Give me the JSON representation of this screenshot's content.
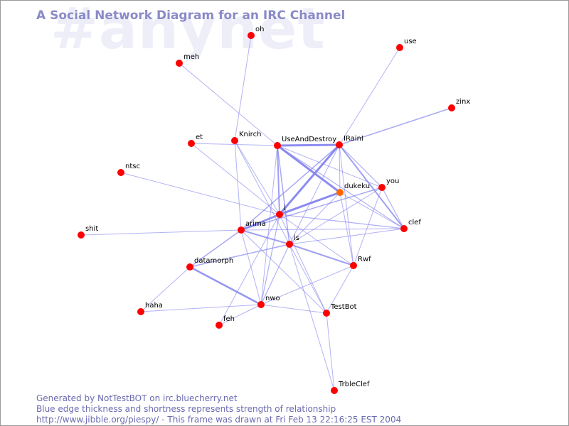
{
  "title": "A Social Network Diagram for an IRC Channel",
  "channel": "#anynet",
  "footer": {
    "line1": "Generated by NotTestBOT on irc.bluecherry.net",
    "line2": "Blue edge thickness and shortness represents strength of relationship",
    "line3": "http://www.jibble.org/piespy/ - This frame was drawn at Fri Feb 13 22:16:25 EST 2004"
  },
  "colors": {
    "node": "#ff0000",
    "node_highlight": "#ff6600",
    "edge": "#8080ee",
    "title": "#8a8ac8",
    "watermark": "#eeeef9"
  },
  "nodes": [
    {
      "id": "oh",
      "label": "oh"
    },
    {
      "id": "use",
      "label": "use"
    },
    {
      "id": "meh",
      "label": "meh"
    },
    {
      "id": "zinx",
      "label": "zinx"
    },
    {
      "id": "et",
      "label": "et"
    },
    {
      "id": "knirch",
      "label": "Knirch"
    },
    {
      "id": "useanddestroy",
      "label": "UseAndDestroy"
    },
    {
      "id": "irainl",
      "label": "IRainI"
    },
    {
      "id": "ntsc",
      "label": "ntsc"
    },
    {
      "id": "you",
      "label": "you"
    },
    {
      "id": "dukeku",
      "label": "dukeku",
      "highlight": true
    },
    {
      "id": "i",
      "label": "i"
    },
    {
      "id": "shit",
      "label": "shit"
    },
    {
      "id": "arima",
      "label": "arima"
    },
    {
      "id": "clef",
      "label": "clef"
    },
    {
      "id": "is",
      "label": "is"
    },
    {
      "id": "datamorph",
      "label": "datamorph"
    },
    {
      "id": "rwf",
      "label": "Rwf"
    },
    {
      "id": "haha",
      "label": "haha"
    },
    {
      "id": "nwo",
      "label": "nwo"
    },
    {
      "id": "feh",
      "label": "feh"
    },
    {
      "id": "testbot",
      "label": "TestBot"
    },
    {
      "id": "trbleclef",
      "label": "TrbleClef"
    }
  ],
  "edges": [
    {
      "from": "useanddestroy",
      "to": "dukeku",
      "weight": 3
    },
    {
      "from": "irainl",
      "to": "i",
      "weight": 3
    },
    {
      "from": "i",
      "to": "dukeku",
      "weight": 3
    },
    {
      "from": "useanddestroy",
      "to": "irainl",
      "weight": 3
    },
    {
      "from": "datamorph",
      "to": "nwo",
      "weight": 2.5
    },
    {
      "from": "i",
      "to": "arima",
      "weight": 2.5
    },
    {
      "from": "useanddestroy",
      "to": "i",
      "weight": 2
    },
    {
      "from": "arima",
      "to": "is",
      "weight": 2
    },
    {
      "from": "is",
      "to": "rwf",
      "weight": 2
    },
    {
      "from": "irainl",
      "to": "clef",
      "weight": 2
    },
    {
      "from": "useanddestroy",
      "to": "is",
      "weight": 1.5
    },
    {
      "from": "irainl",
      "to": "zinx",
      "weight": 1.5
    },
    {
      "from": "you",
      "to": "arima",
      "weight": 1.5
    },
    {
      "from": "arima",
      "to": "datamorph",
      "weight": 1.5
    },
    {
      "from": "is",
      "to": "datamorph",
      "weight": 1.5
    },
    {
      "from": "irainl",
      "to": "arima",
      "weight": 1.5
    },
    {
      "from": "you",
      "to": "clef",
      "weight": 1.2
    },
    {
      "from": "i",
      "to": "clef",
      "weight": 1.2
    },
    {
      "from": "useanddestroy",
      "to": "clef",
      "weight": 1.2
    },
    {
      "from": "irainl",
      "to": "you",
      "weight": 1.2
    },
    {
      "from": "i",
      "to": "nwo",
      "weight": 1.2
    },
    {
      "from": "is",
      "to": "nwo",
      "weight": 1.2
    },
    {
      "from": "is",
      "to": "clef",
      "weight": 1
    },
    {
      "from": "dukeku",
      "to": "clef",
      "weight": 1
    },
    {
      "from": "dukeku",
      "to": "rwf",
      "weight": 1
    },
    {
      "from": "arima",
      "to": "nwo",
      "weight": 1
    },
    {
      "from": "arima",
      "to": "testbot",
      "weight": 1
    },
    {
      "from": "arima",
      "to": "clef",
      "weight": 1
    },
    {
      "from": "arima",
      "to": "shit",
      "weight": 1
    },
    {
      "from": "i",
      "to": "ntsc",
      "weight": 1
    },
    {
      "from": "i",
      "to": "et",
      "weight": 1
    },
    {
      "from": "i",
      "to": "knirch",
      "weight": 1
    },
    {
      "from": "i",
      "to": "feh",
      "weight": 1
    },
    {
      "from": "i",
      "to": "testbot",
      "weight": 1
    },
    {
      "from": "i",
      "to": "rwf",
      "weight": 1
    },
    {
      "from": "is",
      "to": "knirch",
      "weight": 1
    },
    {
      "from": "is",
      "to": "testbot",
      "weight": 1
    },
    {
      "from": "is",
      "to": "irainl",
      "weight": 1
    },
    {
      "from": "is",
      "to": "dukeku",
      "weight": 1
    },
    {
      "from": "is",
      "to": "you",
      "weight": 1
    },
    {
      "from": "useanddestroy",
      "to": "meh",
      "weight": 1
    },
    {
      "from": "useanddestroy",
      "to": "et",
      "weight": 1
    },
    {
      "from": "useanddestroy",
      "to": "you",
      "weight": 1
    },
    {
      "from": "useanddestroy",
      "to": "nwo",
      "weight": 1
    },
    {
      "from": "knirch",
      "to": "oh",
      "weight": 1
    },
    {
      "from": "knirch",
      "to": "arima",
      "weight": 1
    },
    {
      "from": "irainl",
      "to": "use",
      "weight": 1
    },
    {
      "from": "irainl",
      "to": "dukeku",
      "weight": 1
    },
    {
      "from": "irainl",
      "to": "rwf",
      "weight": 1
    },
    {
      "from": "you",
      "to": "rwf",
      "weight": 1
    },
    {
      "from": "rwf",
      "to": "nwo",
      "weight": 1
    },
    {
      "from": "rwf",
      "to": "testbot",
      "weight": 1
    },
    {
      "from": "nwo",
      "to": "testbot",
      "weight": 1
    },
    {
      "from": "nwo",
      "to": "haha",
      "weight": 1
    },
    {
      "from": "nwo",
      "to": "feh",
      "weight": 1
    },
    {
      "from": "datamorph",
      "to": "haha",
      "weight": 1
    },
    {
      "from": "testbot",
      "to": "trbleclef",
      "weight": 1
    },
    {
      "from": "is",
      "to": "trbleclef",
      "weight": 1
    },
    {
      "from": "arima",
      "to": "dukeku",
      "weight": 1
    }
  ]
}
